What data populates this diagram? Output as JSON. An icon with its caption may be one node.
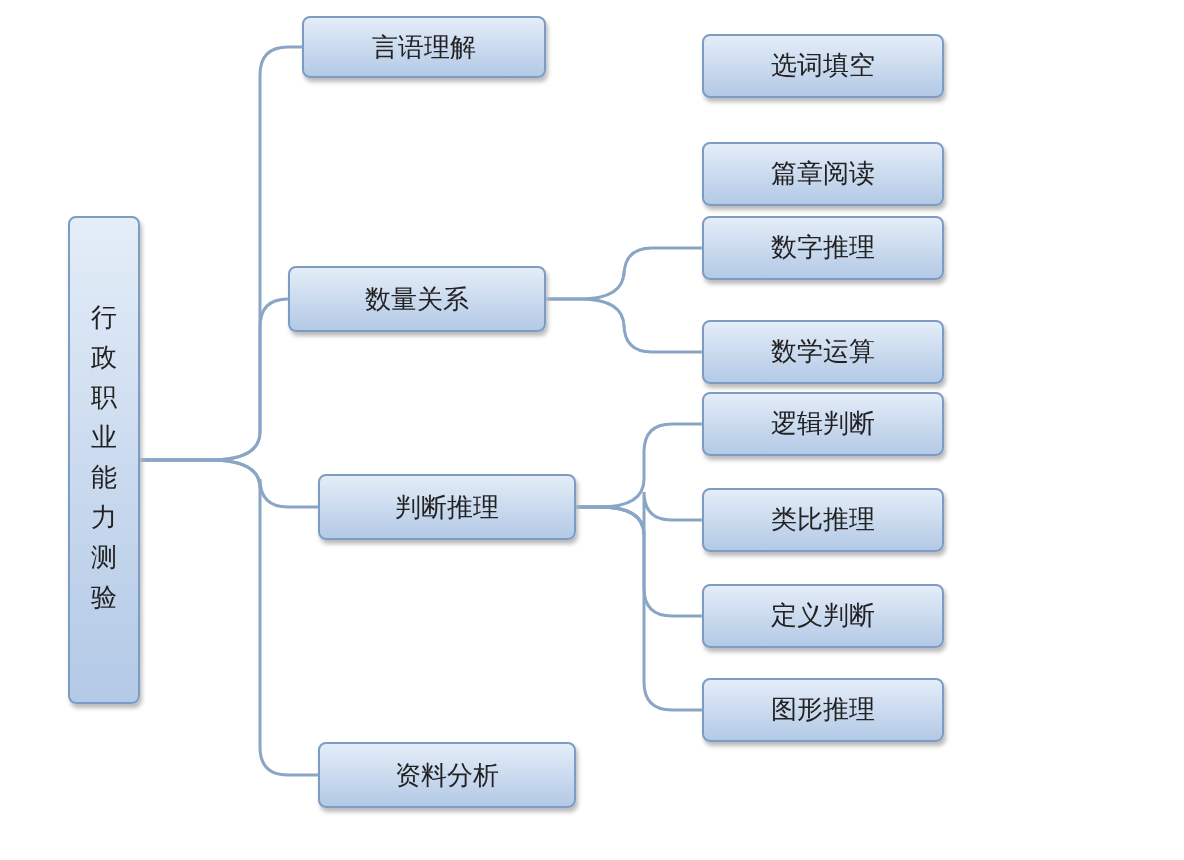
{
  "diagram": {
    "nodes": [
      {
        "text": [
          "行政职业能力测验"
        ]
      },
      {
        "text": [
          "言语理解"
        ]
      },
      {
        "text": [
          "数量关系"
        ]
      },
      {
        "text": [
          "判断推理"
        ]
      },
      {
        "text": [
          "资料分析"
        ]
      },
      {
        "text": [
          "选词填空"
        ]
      },
      {
        "text": [
          "篇章阅读"
        ]
      },
      {
        "text": [
          "数字推理"
        ]
      },
      {
        "text": [
          "数学运算"
        ]
      },
      {
        "text": [
          "逻辑判断"
        ]
      },
      {
        "text": [
          "类比推理"
        ]
      },
      {
        "text": [
          "定义判断"
        ]
      },
      {
        "text": [
          "图形推理"
        ]
      }
    ],
    "edges": [
      {
        "from": 0,
        "to": 1,
        "arrow": "none"
      },
      {
        "from": 0,
        "to": 2,
        "arrow": "none"
      },
      {
        "from": 0,
        "to": 3,
        "arrow": "none"
      },
      {
        "from": 0,
        "to": 4,
        "arrow": "none"
      },
      {
        "from": 2,
        "to": 7,
        "arrow": "none"
      },
      {
        "from": 2,
        "to": 8,
        "arrow": "none"
      },
      {
        "from": 3,
        "to": 9,
        "arrow": "none"
      },
      {
        "from": 3,
        "to": 10,
        "arrow": "none"
      },
      {
        "from": 3,
        "to": 11,
        "arrow": "none"
      },
      {
        "from": 3,
        "to": 12,
        "arrow": "none"
      }
    ]
  }
}
